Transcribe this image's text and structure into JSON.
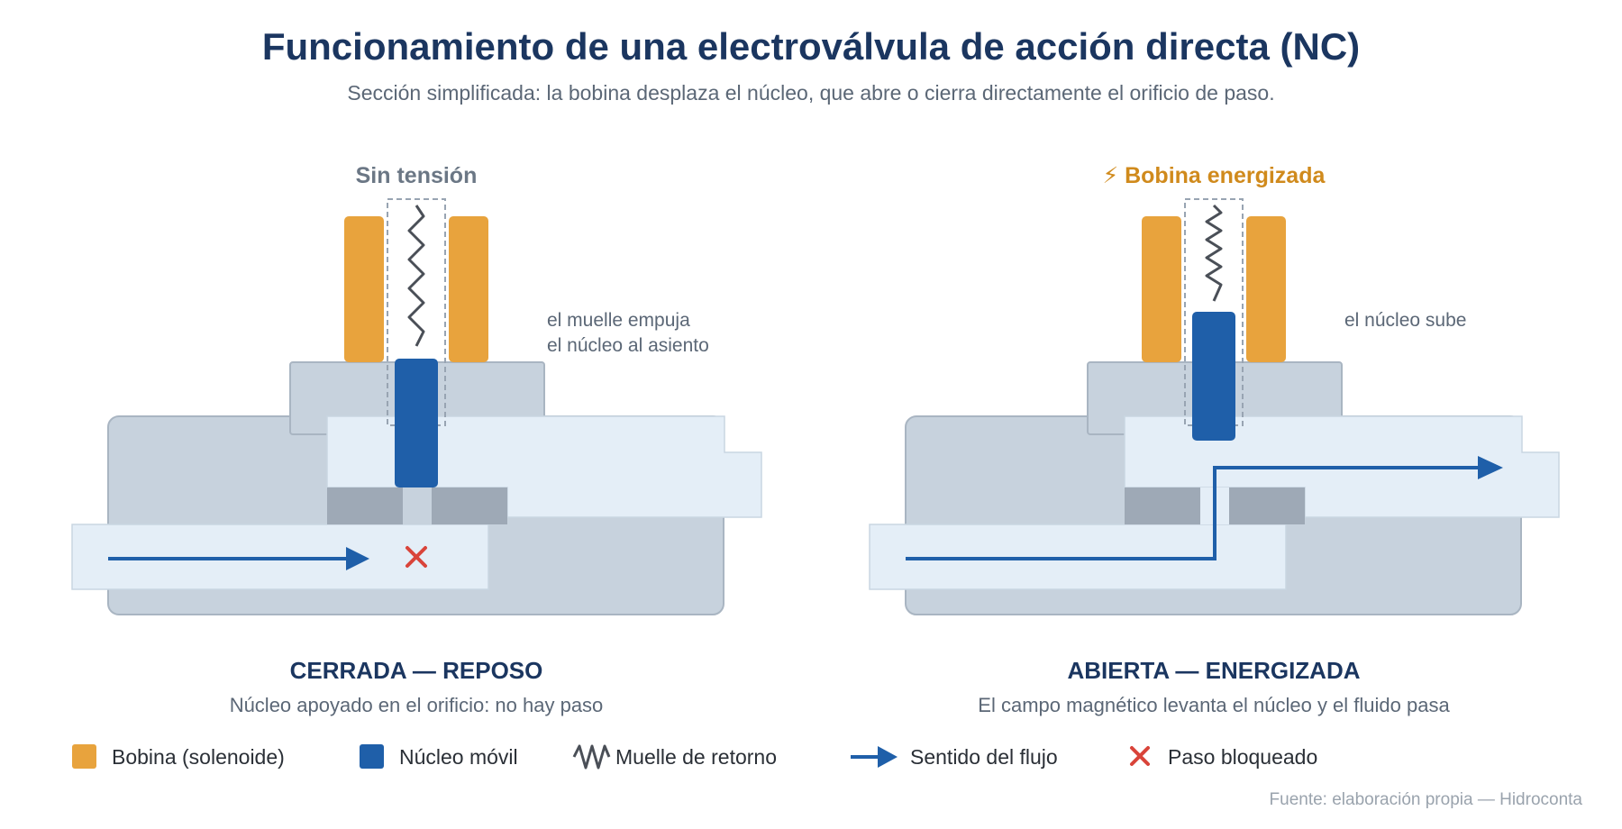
{
  "title": "Funcionamiento de una electroválvula de acción directa (NC)",
  "subtitle": "Sección simplificada: la bobina desplaza el núcleo, que abre o cierra directamente el orificio de paso.",
  "colors": {
    "coil": "#e8a33d",
    "core": "#1f5fa9",
    "body": "#c7d2dd",
    "body_stroke": "#a9b5c2",
    "channel": "#e4eef7",
    "seat": "#9ea9b6",
    "flow": "#1f5fa9",
    "blocked": "#d9443a",
    "spring": "#4a4f57",
    "state_off": "#6b7785",
    "state_on": "#d08a1c",
    "heading": "#1b3660"
  },
  "panels": {
    "closed": {
      "state_label": "Sin tensión",
      "annotation_line1": "el muelle empuja",
      "annotation_line2": "el núcleo al asiento",
      "caption_title": "CERRADA — REPOSO",
      "caption_text": "Núcleo apoyado en el orificio: no hay paso"
    },
    "open": {
      "state_icon": "lightning-bolt-icon",
      "state_label": "⚡ Bobina energizada",
      "annotation_line1": "el núcleo sube",
      "caption_title": "ABIERTA — ENERGIZADA",
      "caption_text": "El campo magnético levanta el núcleo y el fluido pasa"
    }
  },
  "legend": [
    {
      "icon": "coil-swatch-icon",
      "label": "Bobina (solenoide)"
    },
    {
      "icon": "core-swatch-icon",
      "label": "Núcleo móvil"
    },
    {
      "icon": "spring-icon",
      "label": "Muelle de retorno"
    },
    {
      "icon": "flow-arrow-icon",
      "label": "Sentido del flujo"
    },
    {
      "icon": "blocked-x-icon",
      "label": "Paso bloqueado"
    }
  ],
  "source": "Fuente: elaboración propia — Hidroconta"
}
